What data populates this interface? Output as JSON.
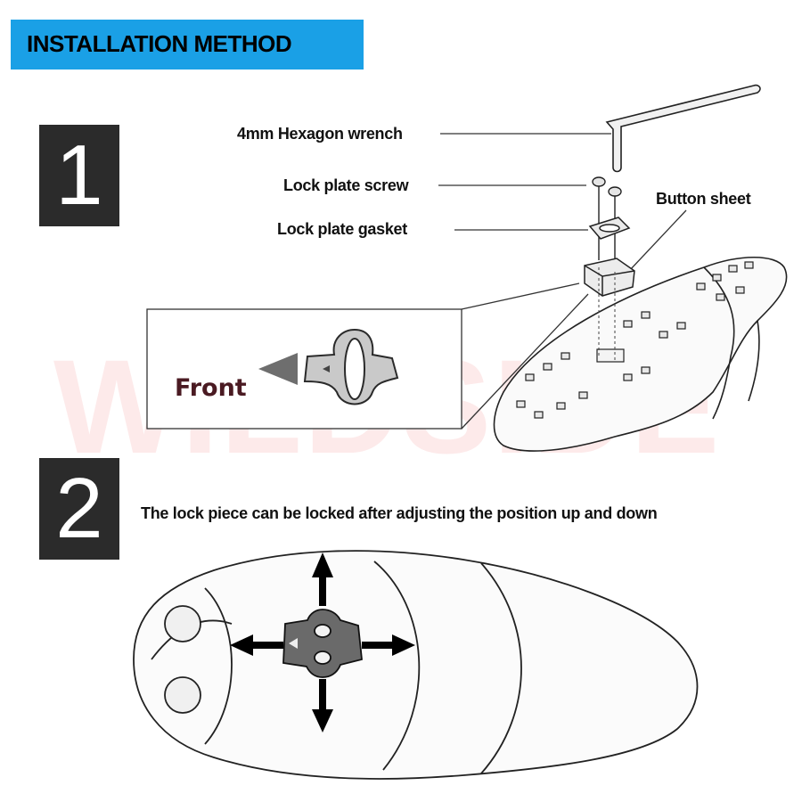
{
  "header": {
    "title": "INSTALLATION METHOD"
  },
  "watermark": {
    "text": "WILDSIDE"
  },
  "step1": {
    "number": "1",
    "labels": {
      "wrench": "4mm Hexagon wrench",
      "screw": "Lock plate screw",
      "gasket": "Lock plate gasket",
      "button_sheet": "Button sheet"
    },
    "inset": {
      "front_label": "Front"
    }
  },
  "step2": {
    "number": "2",
    "caption": "The lock piece can be locked after adjusting the position up and down"
  }
}
